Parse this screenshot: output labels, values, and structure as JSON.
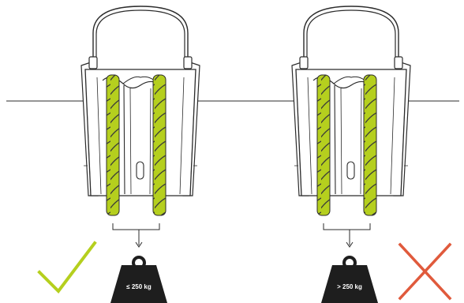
{
  "panels": [
    {
      "id": "correct",
      "weight_label": "≤ 250 kg",
      "verdict": "check-mark"
    },
    {
      "id": "incorrect",
      "weight_label": "> 250 kg",
      "verdict": "cross-mark"
    }
  ],
  "colors": {
    "line": "#2b2b2b",
    "rope": "#b5cf1e",
    "rope_stripe": "#3a3a3a",
    "weight": "#1e1e1e",
    "check": "#b5cf1e",
    "cross": "#e05a3c"
  }
}
